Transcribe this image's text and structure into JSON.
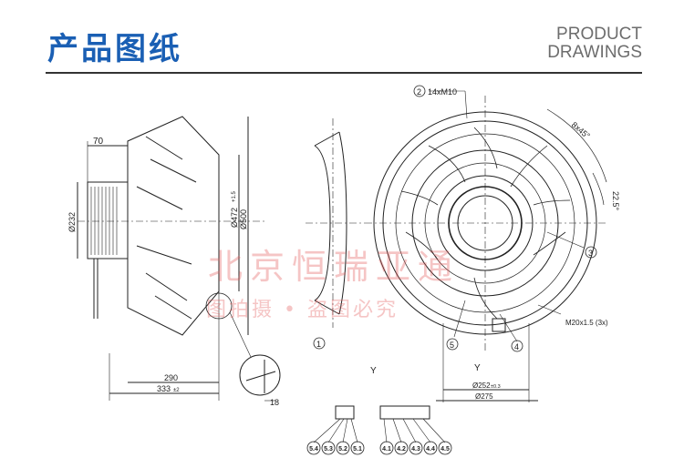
{
  "header": {
    "title_cn": "产品图纸",
    "title_en_line1": "PRODUCT",
    "title_en_line2": "DRAWINGS"
  },
  "drawing": {
    "dim_70": "70",
    "dim_232": "Ø232",
    "dim_472": "Ø472",
    "dim_472_tol": "+1.5",
    "dim_500": "Ø500",
    "dim_290": "290",
    "dim_333": "333",
    "dim_333_tol": "±2",
    "dim_18": "18",
    "callout_2_thread": "14xM10",
    "angle_8x45": "8x45°",
    "angle_22_5": "22.5°",
    "cable_gland": "M20x1.5 (3x)",
    "dim_252": "Ø252",
    "dim_252_tol": "±0.3",
    "dim_275": "Ø275",
    "view_y_1": "Y",
    "view_y_2": "Y",
    "circle_1": "1",
    "circle_2": "2",
    "circle_3": "3",
    "circle_4": "4",
    "circle_5": "5",
    "terminals_left": [
      "5.4",
      "5.3",
      "5.2",
      "5.1"
    ],
    "terminals_right": [
      "4.1",
      "4.2",
      "4.3",
      "4.4",
      "4.5"
    ]
  },
  "watermark": {
    "line1": "北京恒瑞亚通",
    "line2": "图拍摄 • 盗图必究"
  }
}
